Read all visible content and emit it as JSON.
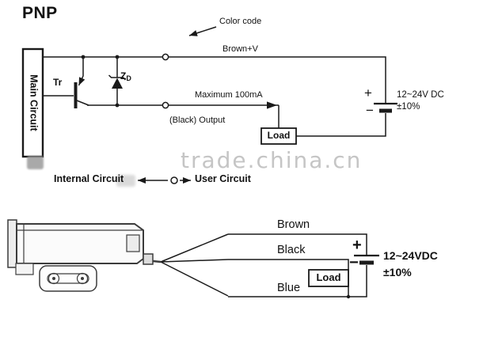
{
  "title": "PNP",
  "watermark": "trade.china.cn",
  "top_diagram": {
    "main_circuit": "Main Circuit",
    "color_code": "Color code",
    "brown_v": "Brown+V",
    "transistor": "Tr",
    "zener": "Z",
    "zener_sub": "D",
    "max_current": "Maximum 100mA",
    "output": "(Black) Output",
    "load": "Load",
    "plus": "+",
    "minus": "−",
    "supply_voltage": "12~24V DC",
    "supply_tolerance": "±10%",
    "legend_internal": "Internal Circuit",
    "legend_user": "User Circuit"
  },
  "bottom_diagram": {
    "wire_brown": "Brown",
    "wire_black": "Black",
    "wire_blue": "Blue",
    "load": "Load",
    "plus": "+",
    "minus": "−",
    "supply_voltage": "12~24VDC",
    "supply_tolerance": "±10%"
  }
}
